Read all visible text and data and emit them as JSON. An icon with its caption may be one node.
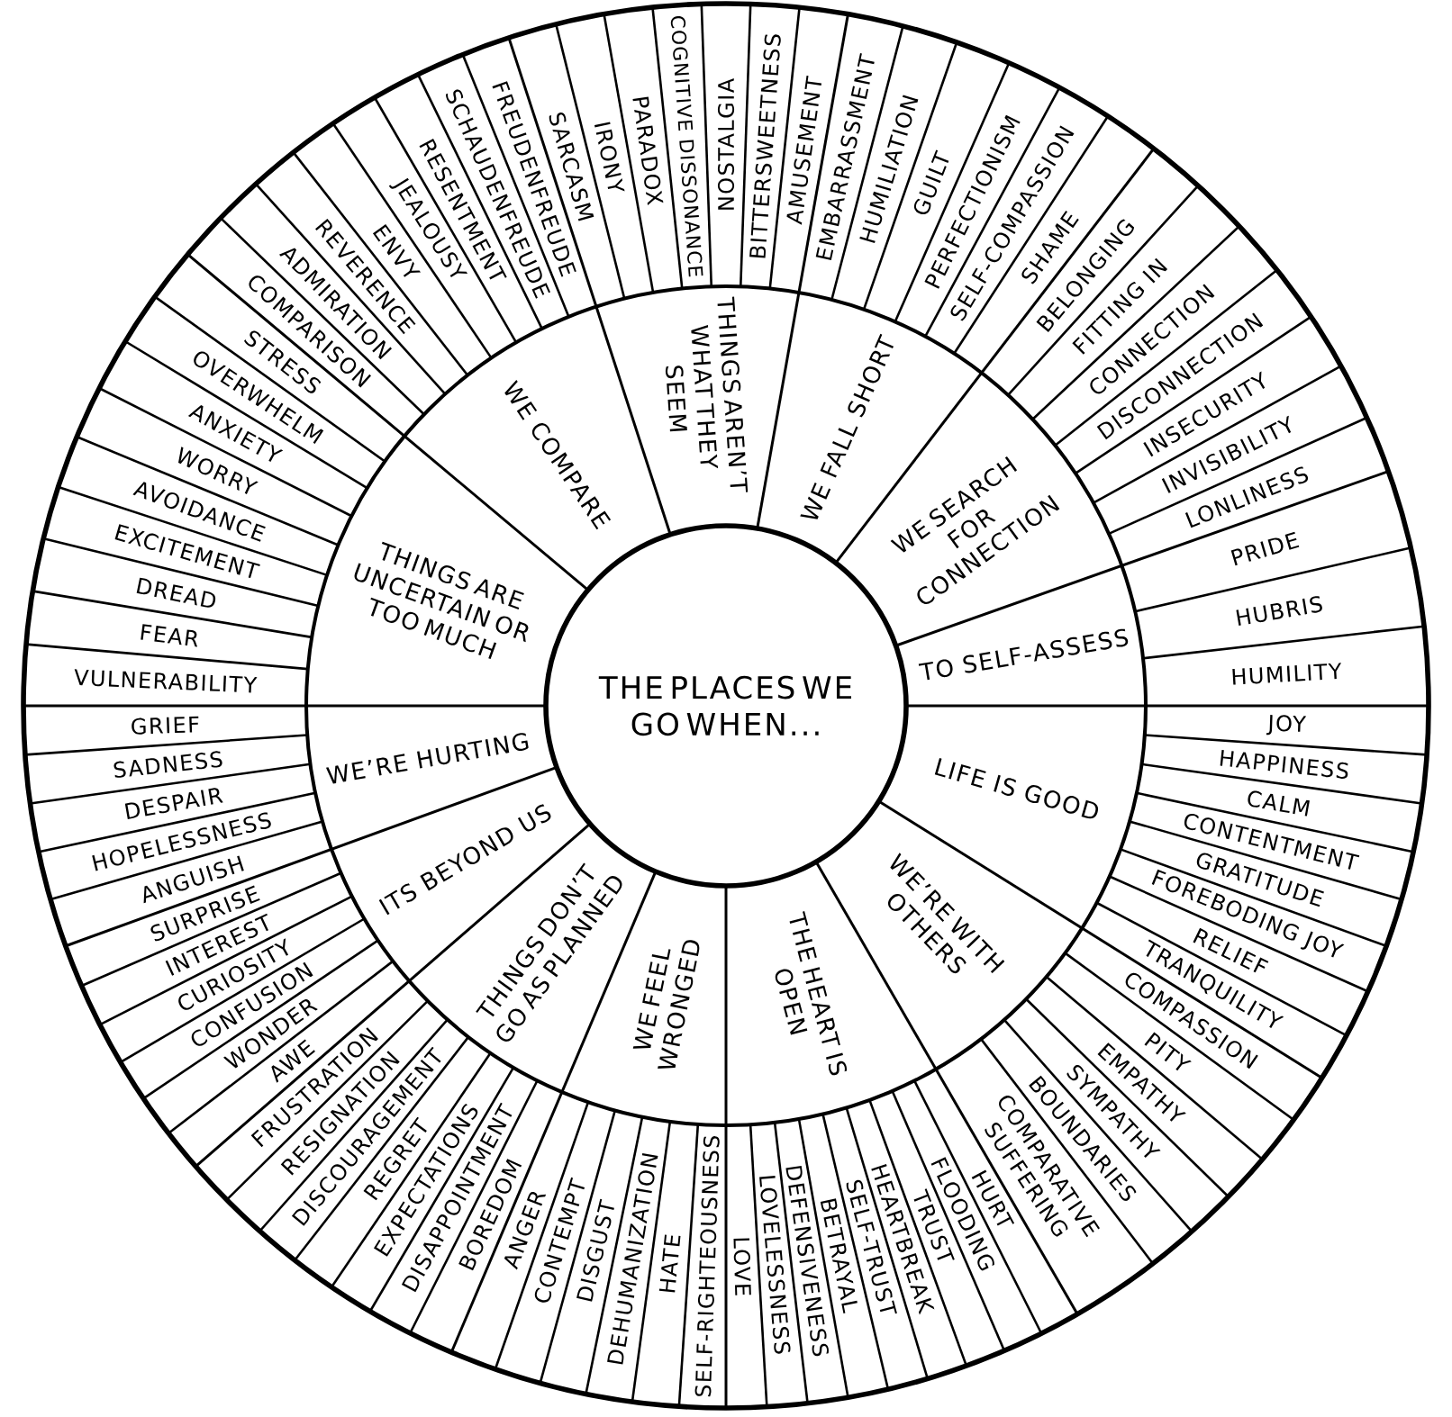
{
  "diagram": {
    "nodes": [
      {
        "text": [
          "THE PLACES WE GO WHEN..."
        ]
      },
      {
        "text": [
          "THINGS AREN’T WHAT THEY SEEM"
        ]
      },
      {
        "text": [
          "SARCASM"
        ]
      },
      {
        "text": [
          "IRONY"
        ]
      },
      {
        "text": [
          "PARADOX"
        ]
      },
      {
        "text": [
          "COGNITIVE DISSONANCE"
        ]
      },
      {
        "text": [
          "NOSTALGIA"
        ]
      },
      {
        "text": [
          "BITTERSWEETNESS"
        ]
      },
      {
        "text": [
          "AMUSEMENT"
        ]
      },
      {
        "text": [
          "WE FALL SHORT"
        ]
      },
      {
        "text": [
          "EMBARRASSMENT"
        ]
      },
      {
        "text": [
          "HUMILIATION"
        ]
      },
      {
        "text": [
          "GUILT"
        ]
      },
      {
        "text": [
          "PERFECTIONISM"
        ]
      },
      {
        "text": [
          "SELF-COMPASSION"
        ]
      },
      {
        "text": [
          "SHAME"
        ]
      },
      {
        "text": [
          "WE SEARCH FOR CONNECTION"
        ]
      },
      {
        "text": [
          "BELONGING"
        ]
      },
      {
        "text": [
          "FITTING IN"
        ]
      },
      {
        "text": [
          "CONNECTION"
        ]
      },
      {
        "text": [
          "DISCONNECTION"
        ]
      },
      {
        "text": [
          "INSECURITY"
        ]
      },
      {
        "text": [
          "INVISIBILITY"
        ]
      },
      {
        "text": [
          "LONLINESS"
        ]
      },
      {
        "text": [
          "TO SELF-ASSESS"
        ]
      },
      {
        "text": [
          "PRIDE"
        ]
      },
      {
        "text": [
          "HUBRIS"
        ]
      },
      {
        "text": [
          "HUMILITY"
        ]
      },
      {
        "text": [
          "LIFE IS GOOD"
        ]
      },
      {
        "text": [
          "JOY"
        ]
      },
      {
        "text": [
          "HAPPINESS"
        ]
      },
      {
        "text": [
          "CALM"
        ]
      },
      {
        "text": [
          "CONTENTMENT"
        ]
      },
      {
        "text": [
          "GRATITUDE"
        ]
      },
      {
        "text": [
          "FOREBODING JOY"
        ]
      },
      {
        "text": [
          "RELIEF"
        ]
      },
      {
        "text": [
          "TRANQUILITY"
        ]
      },
      {
        "text": [
          "WE’RE WITH OTHERS"
        ]
      },
      {
        "text": [
          "COMPASSION"
        ]
      },
      {
        "text": [
          "PITY"
        ]
      },
      {
        "text": [
          "EMPATHY"
        ]
      },
      {
        "text": [
          "SYMPATHY"
        ]
      },
      {
        "text": [
          "BOUNDARIES"
        ]
      },
      {
        "text": [
          "COMPARATIVE SUFFERING"
        ]
      },
      {
        "text": [
          "THE HEART IS OPEN"
        ]
      },
      {
        "text": [
          "HURT"
        ]
      },
      {
        "text": [
          "FLOODING"
        ]
      },
      {
        "text": [
          "TRUST"
        ]
      },
      {
        "text": [
          "HEARTBREAK"
        ]
      },
      {
        "text": [
          "SELF-TRUST"
        ]
      },
      {
        "text": [
          "BETRAYAL"
        ]
      },
      {
        "text": [
          "DEFENSIVENESS"
        ]
      },
      {
        "text": [
          "LOVELESSNESS"
        ]
      },
      {
        "text": [
          "LOVE"
        ]
      },
      {
        "text": [
          "WE FEEL WRONGED"
        ]
      },
      {
        "text": [
          "SELF-RIGHTEOUSNESS"
        ]
      },
      {
        "text": [
          "HATE"
        ]
      },
      {
        "text": [
          "DEHUMANIZATION"
        ]
      },
      {
        "text": [
          "DISGUST"
        ]
      },
      {
        "text": [
          "CONTEMPT"
        ]
      },
      {
        "text": [
          "ANGER"
        ]
      },
      {
        "text": [
          "THINGS DON’T GO AS PLANNED"
        ]
      },
      {
        "text": [
          "BOREDOM"
        ]
      },
      {
        "text": [
          "DISAPPOINTMENT"
        ]
      },
      {
        "text": [
          "EXPECTATIONS"
        ]
      },
      {
        "text": [
          "REGRET"
        ]
      },
      {
        "text": [
          "DISCOURAGEMENT"
        ]
      },
      {
        "text": [
          "RESIGNATION"
        ]
      },
      {
        "text": [
          "FRUSTRATION"
        ]
      },
      {
        "text": [
          "ITS BEYOND US"
        ]
      },
      {
        "text": [
          "AWE"
        ]
      },
      {
        "text": [
          "WONDER"
        ]
      },
      {
        "text": [
          "CONFUSION"
        ]
      },
      {
        "text": [
          "CURIOSITY"
        ]
      },
      {
        "text": [
          "INTEREST"
        ]
      },
      {
        "text": [
          "SURPRISE"
        ]
      },
      {
        "text": [
          "WE’RE HURTING"
        ]
      },
      {
        "text": [
          "ANGUISH"
        ]
      },
      {
        "text": [
          "HOPELESSNESS"
        ]
      },
      {
        "text": [
          "DESPAIR"
        ]
      },
      {
        "text": [
          "SADNESS"
        ]
      },
      {
        "text": [
          "GRIEF"
        ]
      },
      {
        "text": [
          "THINGS ARE UNCERTAIN OR TOO MUCH"
        ]
      },
      {
        "text": [
          "VULNERABILITY"
        ]
      },
      {
        "text": [
          "FEAR"
        ]
      },
      {
        "text": [
          "DREAD"
        ]
      },
      {
        "text": [
          "EXCITEMENT"
        ]
      },
      {
        "text": [
          "AVOIDANCE"
        ]
      },
      {
        "text": [
          "WORRY"
        ]
      },
      {
        "text": [
          "ANXIETY"
        ]
      },
      {
        "text": [
          "OVERWHELM"
        ]
      },
      {
        "text": [
          "STRESS"
        ]
      },
      {
        "text": [
          "WE COMPARE"
        ]
      },
      {
        "text": [
          "COMPARISON"
        ]
      },
      {
        "text": [
          "ADMIRATION"
        ]
      },
      {
        "text": [
          "REVERENCE"
        ]
      },
      {
        "text": [
          "ENVY"
        ]
      },
      {
        "text": [
          "JEALOUSY"
        ]
      },
      {
        "text": [
          "RESENTMENT"
        ]
      },
      {
        "text": [
          "SCHAUDENFREUDE"
        ]
      },
      {
        "text": [
          "FREUDENFREUDE"
        ]
      }
    ]
  }
}
